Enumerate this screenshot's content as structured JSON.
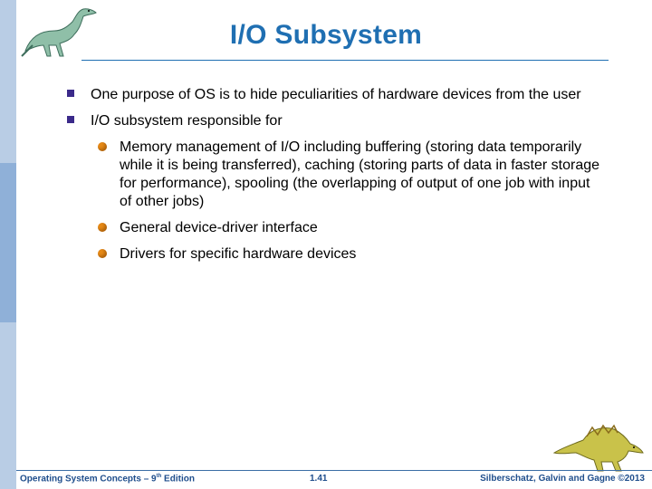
{
  "slide": {
    "title": "I/O Subsystem",
    "bullets": [
      {
        "level": 1,
        "text": "One purpose of OS is to hide peculiarities of hardware devices from the user"
      },
      {
        "level": 1,
        "text": "I/O subsystem responsible for"
      },
      {
        "level": 2,
        "text": "Memory management of I/O including buffering (storing data temporarily while it is being transferred), caching (storing parts of data in faster storage for performance), spooling (the overlapping of output of one job with input of other jobs)"
      },
      {
        "level": 2,
        "text": "General device-driver interface"
      },
      {
        "level": 2,
        "text": "Drivers for specific hardware devices"
      }
    ]
  },
  "footer": {
    "left_prefix": "Operating System Concepts – 9",
    "left_sup": "th",
    "left_suffix": " Edition",
    "page_number": "1.41",
    "right": "Silberschatz, Galvin and Gagne ©2013"
  },
  "colors": {
    "title": "#1f6fb2",
    "square_bullet": "#3b2a8a",
    "round_bullet": "#e78a16",
    "footer_text": "#1f4e8c",
    "sidebar": "#b9cde5"
  },
  "icons": {
    "top_left": "dinosaur-icon",
    "bottom_right": "dinosaur-icon"
  }
}
